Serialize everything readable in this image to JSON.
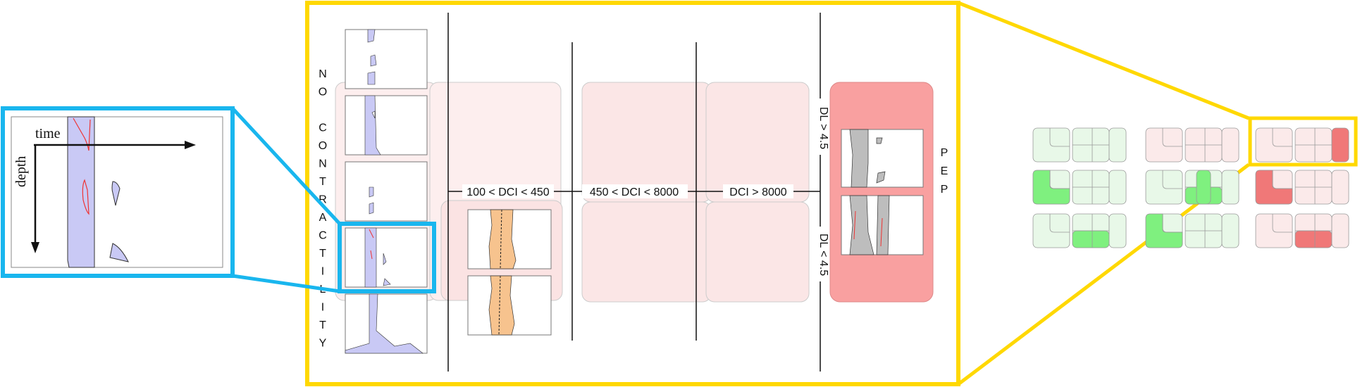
{
  "diagram": {
    "inset": {
      "axis_time": "time",
      "axis_depth": "depth"
    },
    "left_vertical_label": [
      "N",
      "O",
      "",
      "C",
      "O",
      "N",
      "T",
      "R",
      "A",
      "C",
      "T",
      "I",
      "L",
      "I",
      "T",
      "Y"
    ],
    "thresholds": {
      "t1": "100 < DCI < 450",
      "t2": "450 < DCI < 8000",
      "t3": "DCI > 8000"
    },
    "dl_labels": {
      "upper": "DL > 4.5",
      "lower": "DL < 4.5"
    },
    "right_vertical_label": [
      "P",
      "E",
      "P"
    ],
    "colors": {
      "frame_yellow": "#FFD800",
      "frame_blue": "#19B6EE",
      "pink_light": "#FBE3E3",
      "pep_red": "#F9A0A0",
      "green_light": "#E8F8E8",
      "green_bright": "#7FF07F",
      "red_bright": "#F07878",
      "bolus_purple": "#C9C9F5",
      "bolus_orange": "#F7C38E",
      "bolus_gray": "#BDBDBD"
    }
  }
}
